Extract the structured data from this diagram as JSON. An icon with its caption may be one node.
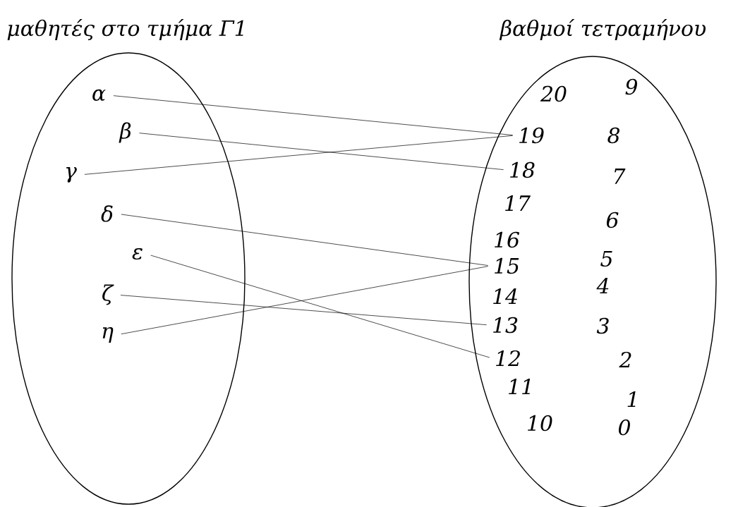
{
  "diagram": {
    "nodes": [
      {
        "text": [
          "μαθητές στο τμήμα Γ1"
        ]
      },
      {
        "text": [
          "α"
        ],
        "in": 0
      },
      {
        "text": [
          "β"
        ],
        "in": 0
      },
      {
        "text": [
          "γ"
        ],
        "in": 0
      },
      {
        "text": [
          "δ"
        ],
        "in": 0
      },
      {
        "text": [
          "ε"
        ],
        "in": 0
      },
      {
        "text": [
          "ζ"
        ],
        "in": 0
      },
      {
        "text": [
          "η"
        ],
        "in": 0
      },
      {
        "text": [
          "βαθμοί τετραμήνου"
        ]
      },
      {
        "text": [
          "20"
        ],
        "in": 8
      },
      {
        "text": [
          "9"
        ],
        "in": 8
      },
      {
        "text": [
          "19"
        ],
        "in": 8
      },
      {
        "text": [
          "8"
        ],
        "in": 8
      },
      {
        "text": [
          "18"
        ],
        "in": 8
      },
      {
        "text": [
          "7"
        ],
        "in": 8
      },
      {
        "text": [
          "17"
        ],
        "in": 8
      },
      {
        "text": [
          "6"
        ],
        "in": 8
      },
      {
        "text": [
          "16"
        ],
        "in": 8
      },
      {
        "text": [
          "5"
        ],
        "in": 8
      },
      {
        "text": [
          "15"
        ],
        "in": 8
      },
      {
        "text": [
          "4"
        ],
        "in": 8
      },
      {
        "text": [
          "14"
        ],
        "in": 8
      },
      {
        "text": [
          "13"
        ],
        "in": 8
      },
      {
        "text": [
          "3"
        ],
        "in": 8
      },
      {
        "text": [
          "12"
        ],
        "in": 8
      },
      {
        "text": [
          "2"
        ],
        "in": 8
      },
      {
        "text": [
          "11"
        ],
        "in": 8
      },
      {
        "text": [
          "1"
        ],
        "in": 8
      },
      {
        "text": [
          "10"
        ],
        "in": 8
      },
      {
        "text": [
          "0"
        ],
        "in": 8
      }
    ],
    "edges": [
      {
        "from": 1,
        "to": 11,
        "arrow": "none"
      },
      {
        "from": 2,
        "to": 13,
        "arrow": "none"
      },
      {
        "from": 3,
        "to": 11,
        "arrow": "none"
      },
      {
        "from": 4,
        "to": 19,
        "arrow": "none"
      },
      {
        "from": 5,
        "to": 24,
        "arrow": "none"
      },
      {
        "from": 6,
        "to": 22,
        "arrow": "none"
      },
      {
        "from": 7,
        "to": 19,
        "arrow": "none"
      }
    ]
  }
}
